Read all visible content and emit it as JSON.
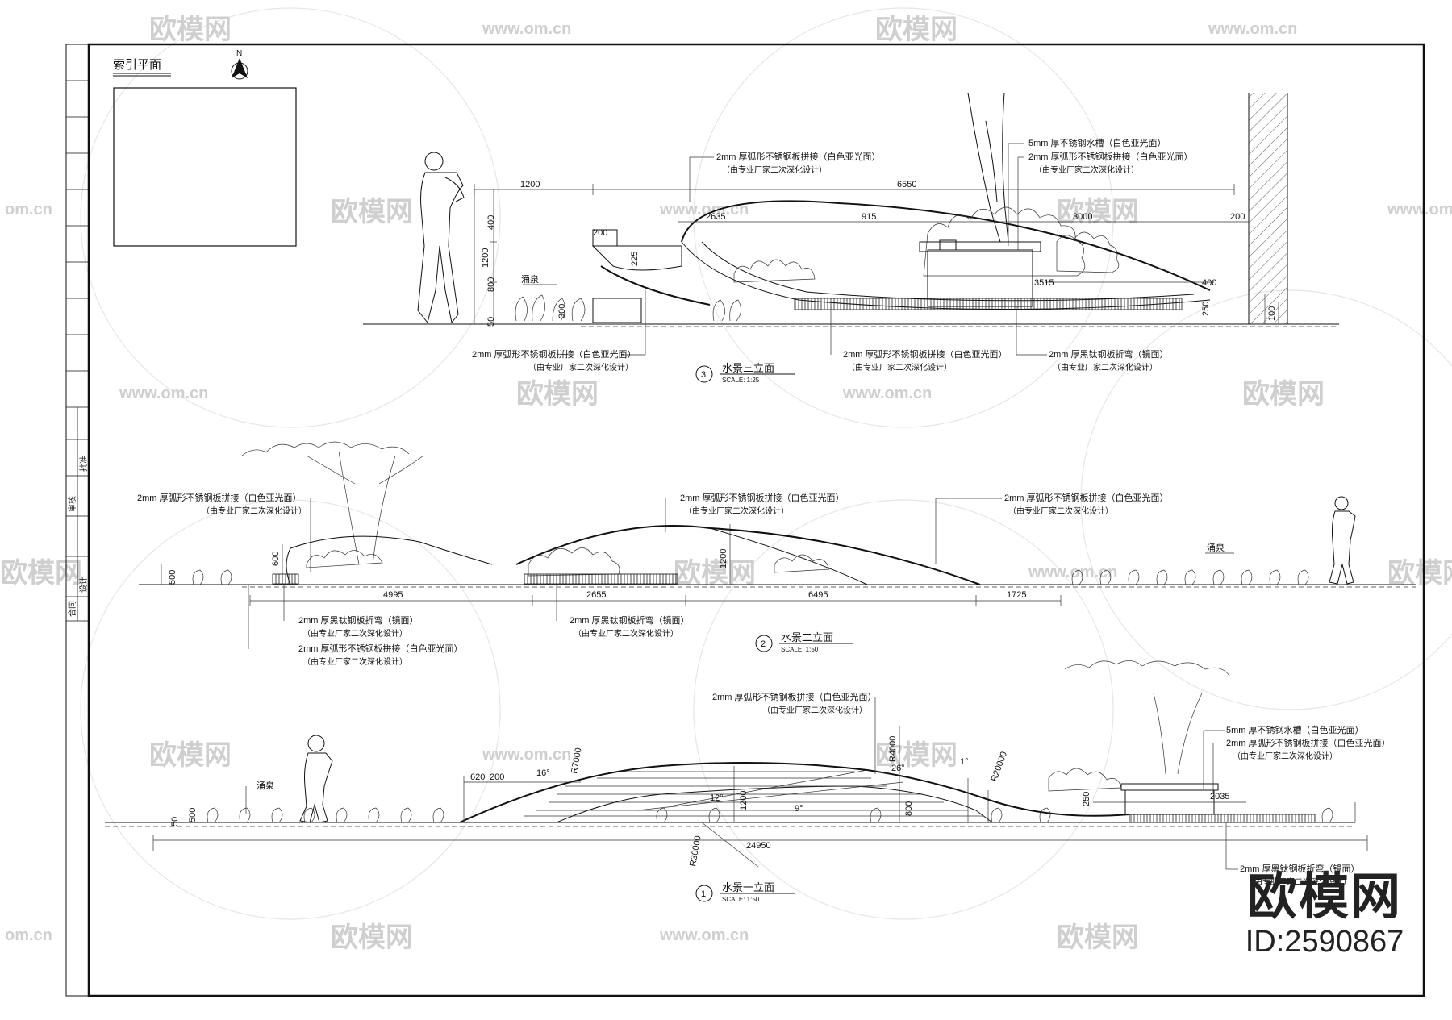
{
  "watermark": {
    "brand": "欧模网",
    "url": "www.om.cn",
    "url_short": "om.cn"
  },
  "brand_badge": {
    "name": "欧模网",
    "id": "ID:2590867"
  },
  "index_plan": {
    "title": "索引平面",
    "north": "N"
  },
  "titleblock": {
    "t1": "合同",
    "t2": "设计",
    "t3": "审核",
    "t4": "批准"
  },
  "elev3": {
    "title": "水景三立面",
    "num": "3",
    "scale": "SCALE:   1:25",
    "dims": {
      "d1200": "1200",
      "d6550": "6550",
      "d200a": "200",
      "d2635": "2635",
      "d915": "915",
      "d3000": "3000",
      "d200b": "200",
      "v400": "400",
      "v1200": "1200",
      "v800": "800",
      "v50": "50",
      "d225": "225",
      "d3515": "3515",
      "d400": "400",
      "d300": "300",
      "d250": "250",
      "d100": "100"
    },
    "label_spring": "涌泉",
    "ann": [
      {
        "l1": "2mm 厚弧形不锈钢板拼接（白色亚光面）",
        "l2": "（由专业厂家二次深化设计）"
      },
      {
        "l1": "5mm 厚不锈钢水槽（白色亚光面）",
        "l2": ""
      },
      {
        "l1": "2mm 厚弧形不锈钢板拼接（白色亚光面）",
        "l2": "（由专业厂家二次深化设计）"
      },
      {
        "l1": "2mm 厚弧形不锈钢板拼接（白色亚光面）",
        "l2": "（由专业厂家二次深化设计）"
      },
      {
        "l1": "2mm 厚弧形不锈钢板拼接（白色亚光面）",
        "l2": "（由专业厂家二次深化设计）"
      },
      {
        "l1": "2mm 厚黑钛钢板折弯（镜面）",
        "l2": "（由专业厂家二次深化设计）"
      }
    ]
  },
  "elev2": {
    "title": "水景二立面",
    "num": "2",
    "scale": "SCALE:   1:50",
    "dims": {
      "d4995": "4995",
      "d2655": "2655",
      "d6495": "6495",
      "d1725": "1725",
      "v600": "600",
      "v1200": "1200",
      "v500": "500"
    },
    "label_spring": "涌泉",
    "ann": [
      {
        "l1": "2mm 厚弧形不锈钢板拼接（白色亚光面）",
        "l2": "（由专业厂家二次深化设计）"
      },
      {
        "l1": "2mm 厚弧形不锈钢板拼接（白色亚光面）",
        "l2": "（由专业厂家二次深化设计）"
      },
      {
        "l1": "2mm 厚弧形不锈钢板拼接（白色亚光面）",
        "l2": "（由专业厂家二次深化设计）"
      },
      {
        "l1": "2mm 厚黑钛钢板折弯（镜面）",
        "l2": "（由专业厂家二次深化设计）"
      },
      {
        "l1": "2mm 厚黑钛钢板折弯（镜面）",
        "l2": "（由专业厂家二次深化设计）"
      },
      {
        "l1": "2mm 厚弧形不锈钢板拼接（白色亚光面）",
        "l2": "（由专业厂家二次深化设计）"
      }
    ]
  },
  "elev1": {
    "title": "水景一立面",
    "num": "1",
    "scale": "SCALE:   1:50",
    "dims": {
      "d24950": "24950",
      "d620": "620",
      "d200": "200",
      "r7000": "R7000",
      "r4000": "R4000",
      "r20000": "R20000",
      "r30000": "R30000",
      "a16": "16°",
      "a12": "12°",
      "a9": "9°",
      "a26": "26°",
      "a1": "1°",
      "d2035": "2035",
      "v1200": "1200",
      "v800": "800",
      "v500": "500",
      "v250": "250",
      "v50": "50"
    },
    "label_spring": "涌泉",
    "ann": [
      {
        "l1": "2mm 厚弧形不锈钢板拼接（白色亚光面）",
        "l2": "（由专业厂家二次深化设计）"
      },
      {
        "l1": "5mm 厚不锈钢水槽（白色亚光面）",
        "l2": ""
      },
      {
        "l1": "2mm 厚弧形不锈钢板拼接（白色亚光面）",
        "l2": "（由专业厂家二次深化设计）"
      },
      {
        "l1": "2mm 厚黑钛钢板折弯（镜面）",
        "l2": "（由专业厂家二次深化设计）"
      }
    ]
  }
}
